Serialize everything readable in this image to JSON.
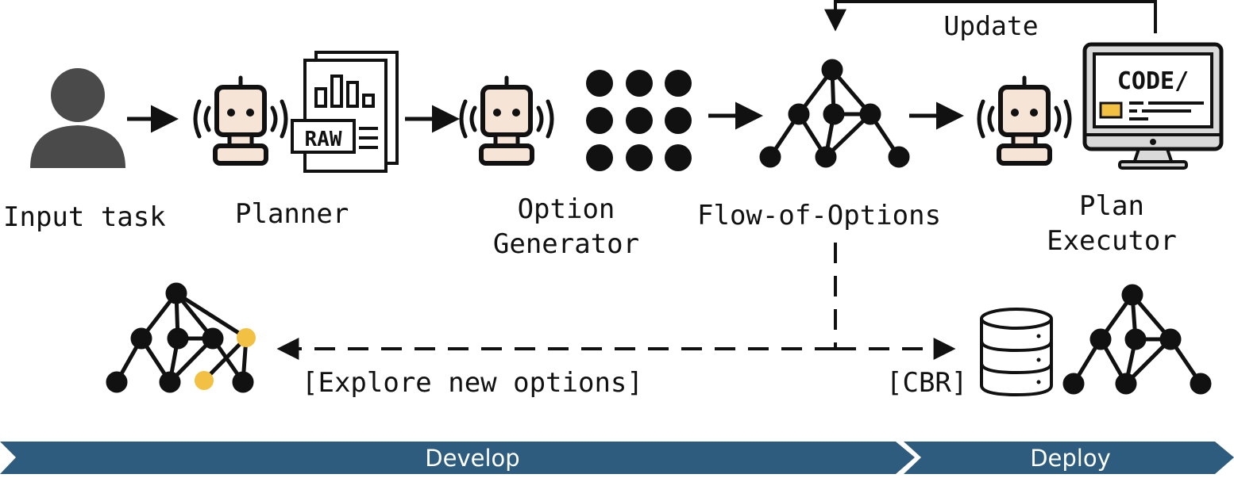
{
  "colors": {
    "ink": "#111111",
    "user_gray": "#4a4a4a",
    "robot_face": "#f6e4d6",
    "highlight_node": "#f2c143",
    "code_badge": "#f2c143",
    "monitor_gray": "#d9d9d9",
    "banner": "#2e5c7e",
    "banner_text": "#ffffff"
  },
  "icons": {
    "user": "user-icon",
    "robot": "robot-icon",
    "report": "raw-report-icon",
    "options": "options-dots-icon",
    "graph": "flow-graph-icon",
    "monitor": "code-monitor-icon",
    "database": "database-icon"
  },
  "labels": {
    "input_task": "Input task",
    "planner": "Planner",
    "option_generator_1": "Option",
    "option_generator_2": "Generator",
    "flow_of_options": "Flow-of-Options",
    "plan_executor_1": "Plan",
    "plan_executor_2": "Executor",
    "update": "Update",
    "explore": "[Explore new options]",
    "cbr": "[CBR]",
    "report_raw": "RAW",
    "monitor_code": "CODE/"
  },
  "stages": {
    "develop": "Develop",
    "deploy": "Deploy"
  }
}
